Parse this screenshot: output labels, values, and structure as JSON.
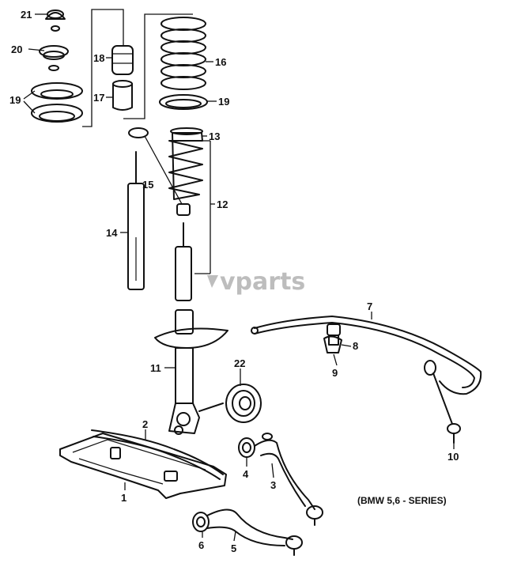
{
  "diagram": {
    "callouts": [
      "1",
      "2",
      "3",
      "4",
      "5",
      "6",
      "7",
      "8",
      "9",
      "10",
      "11",
      "12",
      "13",
      "14",
      "15",
      "16",
      "17",
      "18",
      "19",
      "19",
      "20",
      "21",
      "22"
    ],
    "caption": "(BMW 5,6 - SERIES)",
    "watermark": "vparts"
  },
  "colors": {
    "ink": "#111111",
    "background": "#ffffff",
    "watermark": "#bdbdbd"
  }
}
